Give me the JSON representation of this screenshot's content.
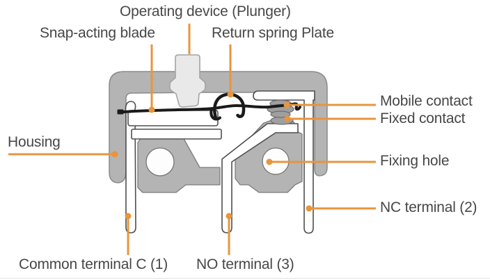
{
  "diagram": {
    "labels": {
      "operating_device": "Operating device (Plunger)",
      "snap_acting_blade": "Snap-acting blade",
      "return_spring": "Return spring Plate",
      "mobile_contact": "Mobile contact",
      "fixed_contact": "Fixed contact",
      "housing": "Housing",
      "fixing_hole": "Fixing hole",
      "nc_terminal": "NC terminal (2)",
      "common_terminal": "Common terminal C (1)",
      "no_terminal": "NO terminal (3)"
    },
    "colors": {
      "leader_color": "#e8953c",
      "label_text": "#474747",
      "housing_fill": "#b4b4b4",
      "housing_stroke": "#7c7c7c",
      "plunger_fill": "#e9e9e9",
      "contact_fill": "#9f9f9f",
      "metal_part_fill": "#ffffff",
      "blade_color": "#1a1a1a",
      "background": "#ffffff"
    }
  }
}
